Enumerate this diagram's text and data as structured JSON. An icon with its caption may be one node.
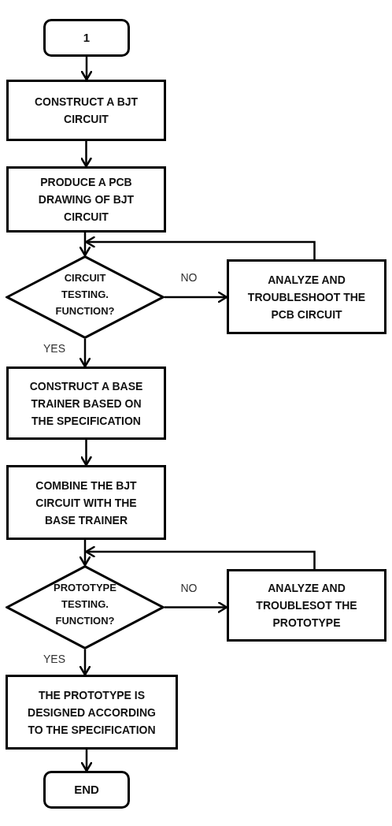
{
  "diagram": {
    "nodes": [
      {
        "text": [
          "1"
        ]
      },
      {
        "text": [
          "CONSTRUCT A BJT CIRCUIT"
        ]
      },
      {
        "text": [
          "PRODUCE A PCB DRAWING OF BJT CIRCUIT"
        ]
      },
      {
        "text": [
          "CIRCUIT TESTING. FUNCTION?"
        ]
      },
      {
        "text": [
          "ANALYZE AND TROUBLESHOOT THE PCB CIRCUIT"
        ]
      },
      {
        "text": [
          "CONSTRUCT A BASE TRAINER BASED ON THE SPECIFICATION"
        ]
      },
      {
        "text": [
          "COMBINE THE BJT CIRCUIT WITH THE BASE TRAINER"
        ]
      },
      {
        "text": [
          "PROTOTYPE TESTING. FUNCTION?"
        ]
      },
      {
        "text": [
          "ANALYZE AND TROUBLESOT THE PROTOTYPE"
        ]
      },
      {
        "text": [
          "THE PROTOTYPE IS DESIGNED ACCORDING TO THE SPECIFICATION"
        ]
      },
      {
        "text": [
          "END"
        ]
      }
    ],
    "edges": [
      {
        "from": 0,
        "to": 1,
        "arrow": "to"
      },
      {
        "from": 1,
        "to": 2,
        "arrow": "to"
      },
      {
        "from": 2,
        "to": 3,
        "arrow": "to"
      },
      {
        "from": 3,
        "to": 4,
        "arrow": "to",
        "label": "NO"
      },
      {
        "from": 4,
        "to": 3,
        "arrow": "to"
      },
      {
        "from": 3,
        "to": 5,
        "arrow": "to",
        "label": "YES"
      },
      {
        "from": 5,
        "to": 6,
        "arrow": "to"
      },
      {
        "from": 6,
        "to": 7,
        "arrow": "to"
      },
      {
        "from": 7,
        "to": 8,
        "arrow": "to",
        "label": "NO"
      },
      {
        "from": 8,
        "to": 7,
        "arrow": "to"
      },
      {
        "from": 7,
        "to": 9,
        "arrow": "to",
        "label": "YES"
      },
      {
        "from": 9,
        "to": 10,
        "arrow": "to"
      }
    ]
  }
}
